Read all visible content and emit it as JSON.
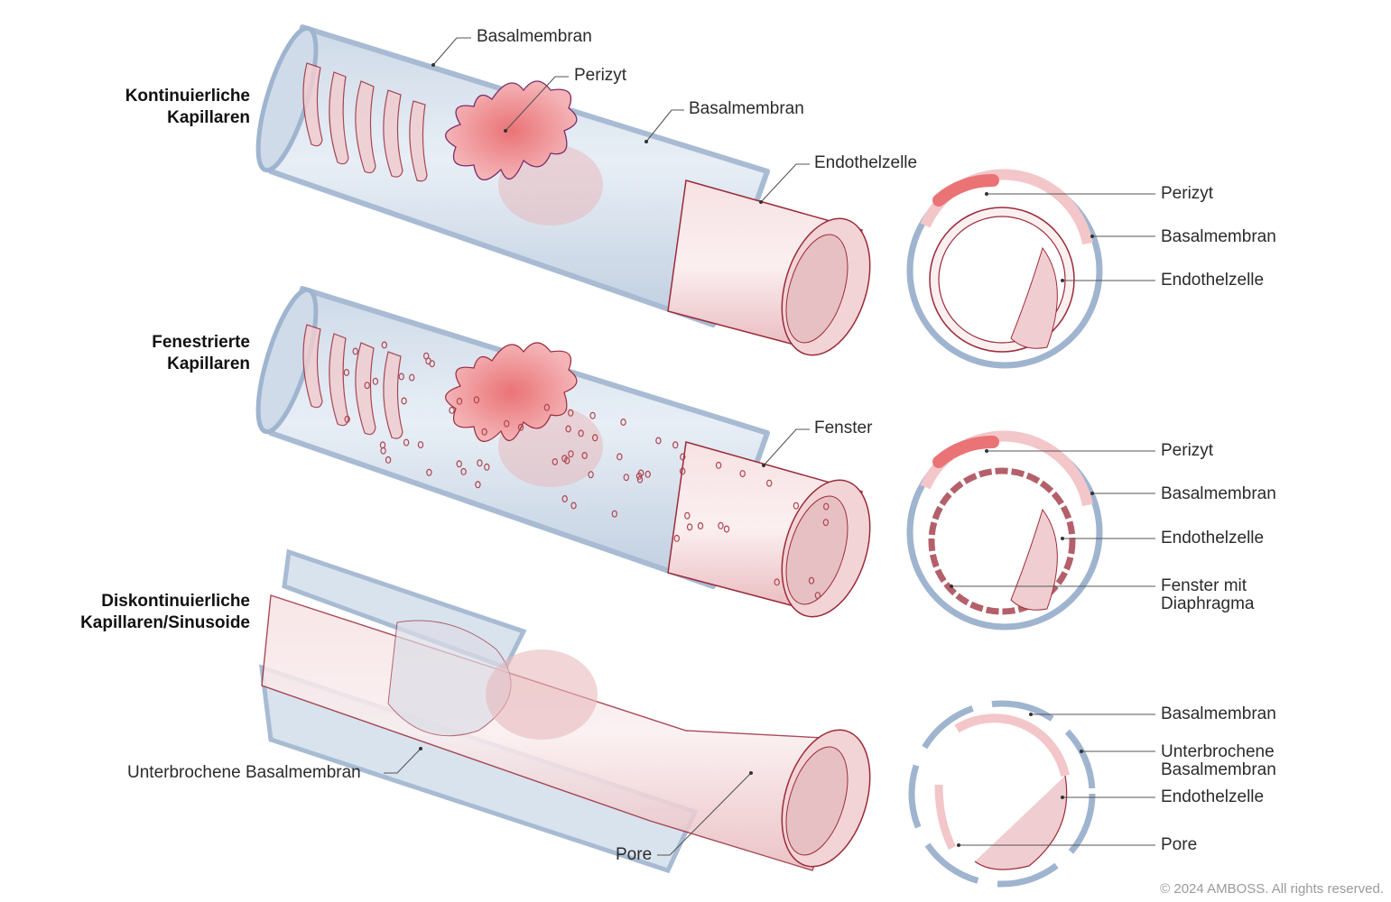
{
  "sections": {
    "continuous": {
      "title": "Kontinuierliche\nKapillaren"
    },
    "fenestrated": {
      "title": "Fenestrierte\nKapillaren"
    },
    "discontinuous": {
      "title": "Diskontinuierliche\nKapillaren/Sinusoide"
    }
  },
  "labels": {
    "continuous_tube": {
      "basalmembran_top": "Basalmembran",
      "perizyt": "Perizyt",
      "basalmembran_mid": "Basalmembran",
      "endothelzelle": "Endothelzelle"
    },
    "continuous_cross": {
      "perizyt": "Perizyt",
      "basalmembran": "Basalmembran",
      "endothelzelle": "Endothelzelle"
    },
    "fenestrated_tube": {
      "fenster": "Fenster"
    },
    "fenestrated_cross": {
      "perizyt": "Perizyt",
      "basalmembran": "Basalmembran",
      "endothelzelle": "Endothelzelle",
      "fenster_mit_diaphragma": "Fenster mit\nDiaphragma"
    },
    "discontinuous_tube": {
      "unterbrochene_basalmembran": "Unterbrochene Basalmembran",
      "pore": "Pore"
    },
    "discontinuous_cross": {
      "basalmembran": "Basalmembran",
      "unterbrochene_basalmembran": "Unterbrochene\nBasalmembran",
      "endothelzelle": "Endothelzelle",
      "pore": "Pore"
    }
  },
  "colors": {
    "basement_membrane": "#9fb4cf",
    "tube_fill": "#d9e3ef",
    "endothelium": "#f3d4d6",
    "endothelium_line": "#9b2b3a",
    "pericyte": "#ec8a8d",
    "leader_line": "#555555"
  },
  "copyright": "© 2024 AMBOSS. All rights reserved."
}
